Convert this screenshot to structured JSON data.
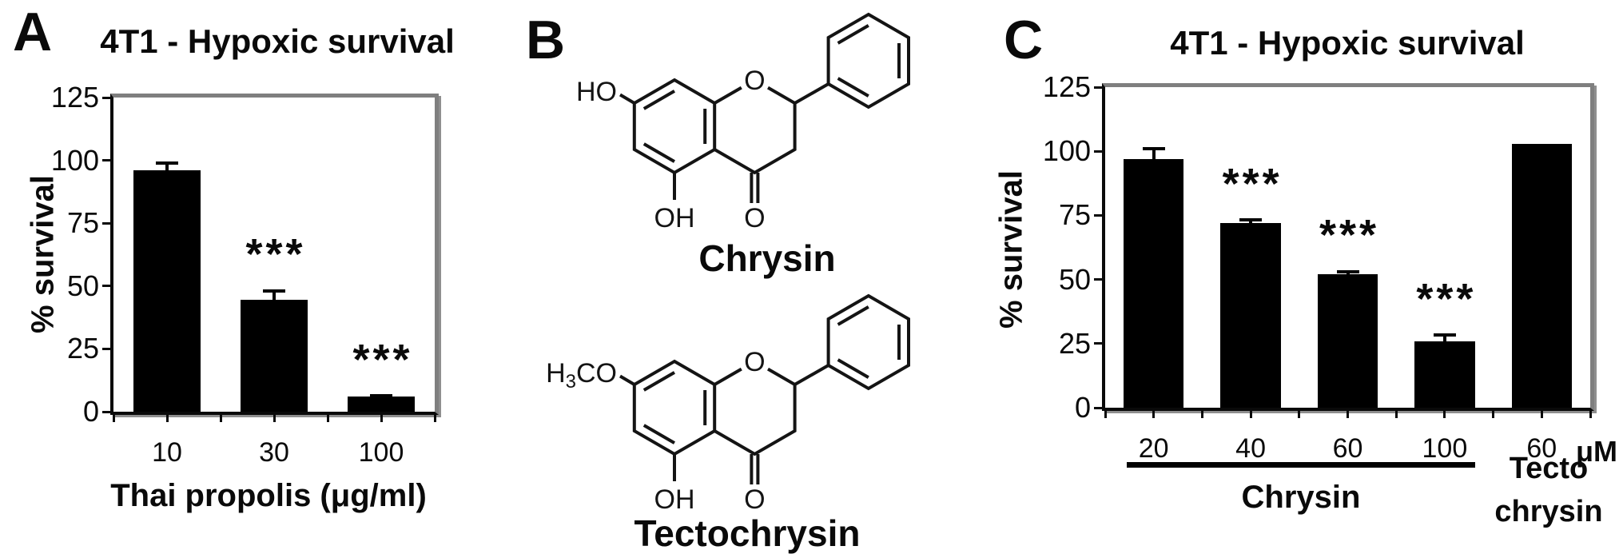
{
  "panels": {
    "a": {
      "letter": "A"
    },
    "b": {
      "letter": "B",
      "compounds": [
        {
          "name": "Chrysin",
          "hydroxy_top": "HO",
          "ring_oxygen": "O",
          "hydroxy_bottom": "OH",
          "ketone_oxygen": "O"
        },
        {
          "name": "Tectochrysin",
          "methoxy_h": "H",
          "methoxy_sub": "3",
          "methoxy_rest": "CO",
          "ring_oxygen": "O",
          "hydroxy_bottom": "OH",
          "ketone_oxygen": "O"
        }
      ]
    },
    "c": {
      "letter": "C"
    }
  },
  "chart_data": [
    {
      "type": "bar",
      "panel": "A",
      "title": "4T1 - Hypoxic survival",
      "ylabel": "% survival",
      "xlabel": "Thai propolis (μg/ml)",
      "categories": [
        "10",
        "30",
        "100"
      ],
      "values": [
        96,
        44.5,
        6
      ],
      "errors": [
        3.5,
        4.2,
        1
      ],
      "significance": [
        "",
        "***",
        "***"
      ],
      "ylim": [
        0,
        125
      ],
      "yticks": [
        0,
        25,
        50,
        75,
        100,
        125
      ],
      "grid": "off",
      "bar_color": "#000000"
    },
    {
      "type": "bar",
      "panel": "C",
      "title": "4T1 - Hypoxic survival",
      "ylabel": "% survival",
      "unit_label": "μM",
      "categories": [
        "20",
        "40",
        "60",
        "100",
        "60"
      ],
      "values": [
        97,
        72,
        52,
        26,
        103
      ],
      "errors": [
        4.5,
        1.8,
        1.7,
        3,
        0
      ],
      "significance": [
        "",
        "***",
        "***",
        "***",
        ""
      ],
      "group_label": "Chrysin",
      "group_category_range": [
        0,
        3
      ],
      "last_bar_compound_line1": "Tecto",
      "last_bar_compound_line2": "chrysin",
      "ylim": [
        0,
        125
      ],
      "yticks": [
        0,
        25,
        50,
        75,
        100,
        125
      ],
      "grid": "off",
      "bar_color": "#000000"
    }
  ]
}
